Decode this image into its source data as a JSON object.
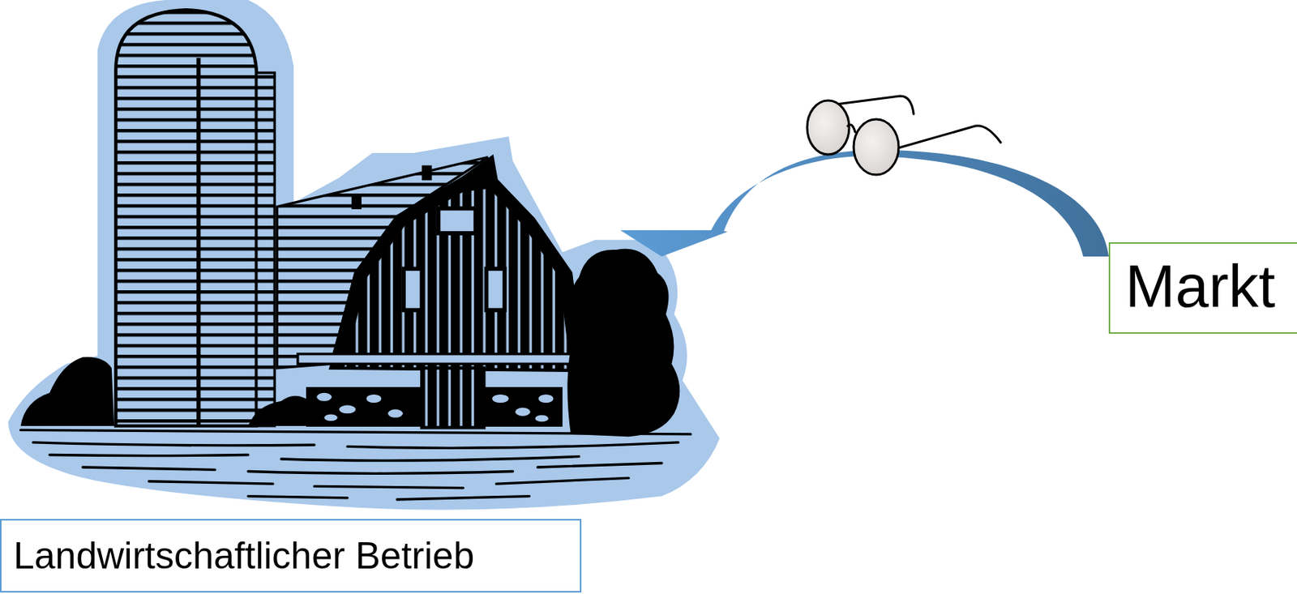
{
  "diagram": {
    "nodes": [
      {
        "text": [
          "Landwirtschaftlicher Betrieb"
        ]
      },
      {
        "text": [
          "Markt"
        ]
      }
    ],
    "edges": [
      {
        "from": 1,
        "to": 0,
        "arrow": "to"
      }
    ]
  }
}
